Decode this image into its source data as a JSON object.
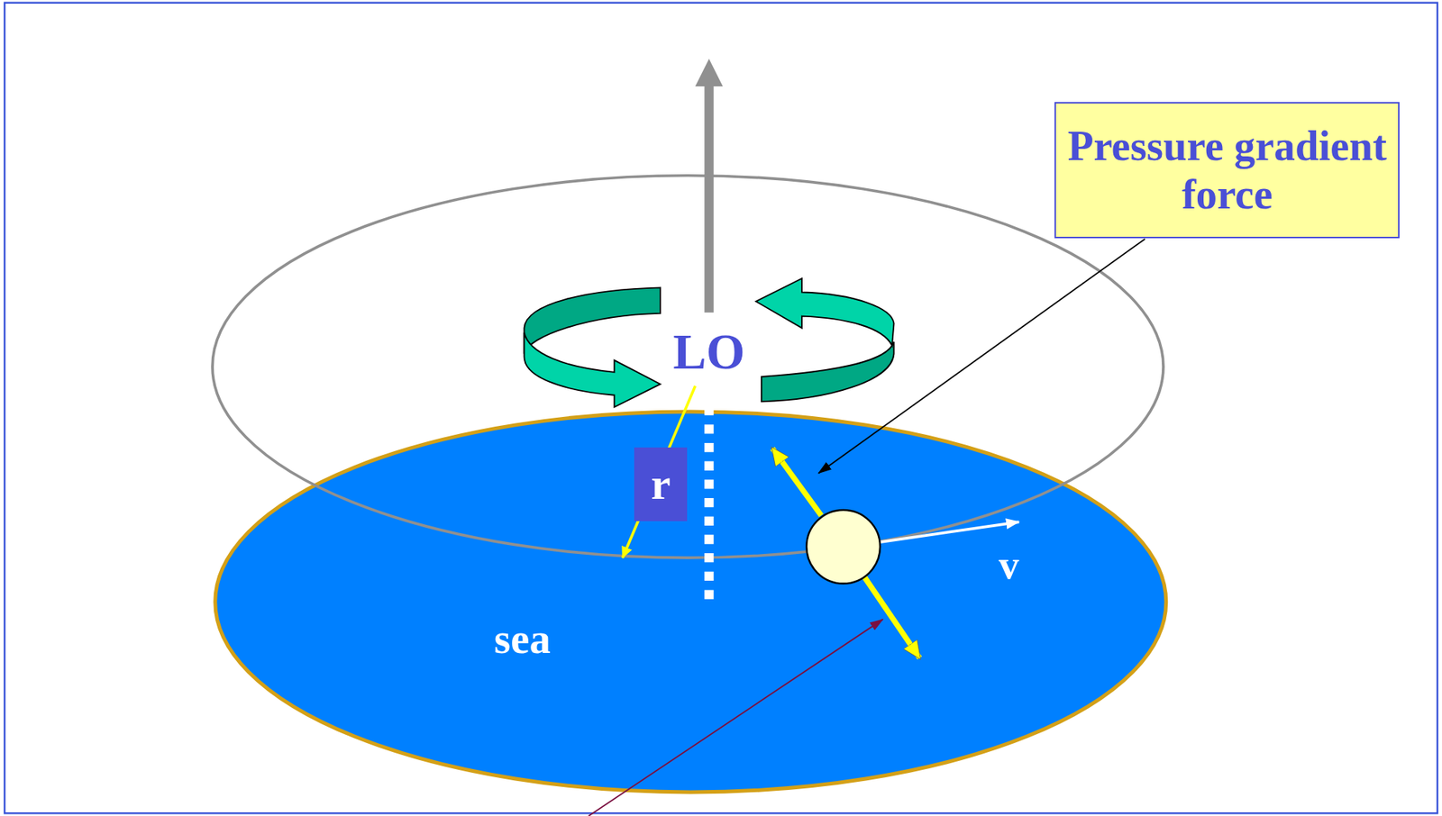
{
  "diagram": {
    "nodes": [
      {
        "text": [
          "Pressure gradient force"
        ]
      },
      {
        "text": [
          "r"
        ]
      }
    ],
    "labels": [
      "LO",
      "v",
      "sea"
    ]
  }
}
